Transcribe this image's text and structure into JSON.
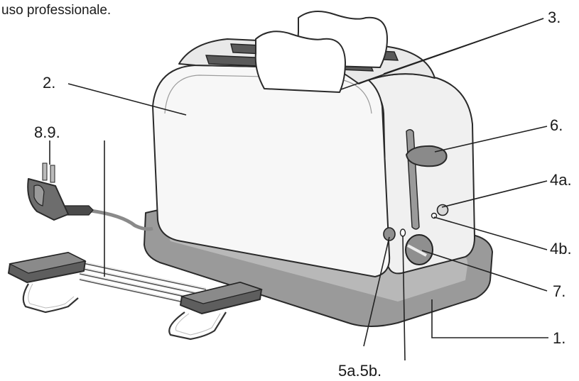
{
  "header": {
    "text": "uso professionale."
  },
  "labels": {
    "body": "2.",
    "slots": "3.",
    "plug": "8.9.",
    "lever": "6.",
    "button_a": "4a.",
    "button_b": "4b.",
    "knob": "7.",
    "base": "1.",
    "stop": "5a.5b."
  }
}
